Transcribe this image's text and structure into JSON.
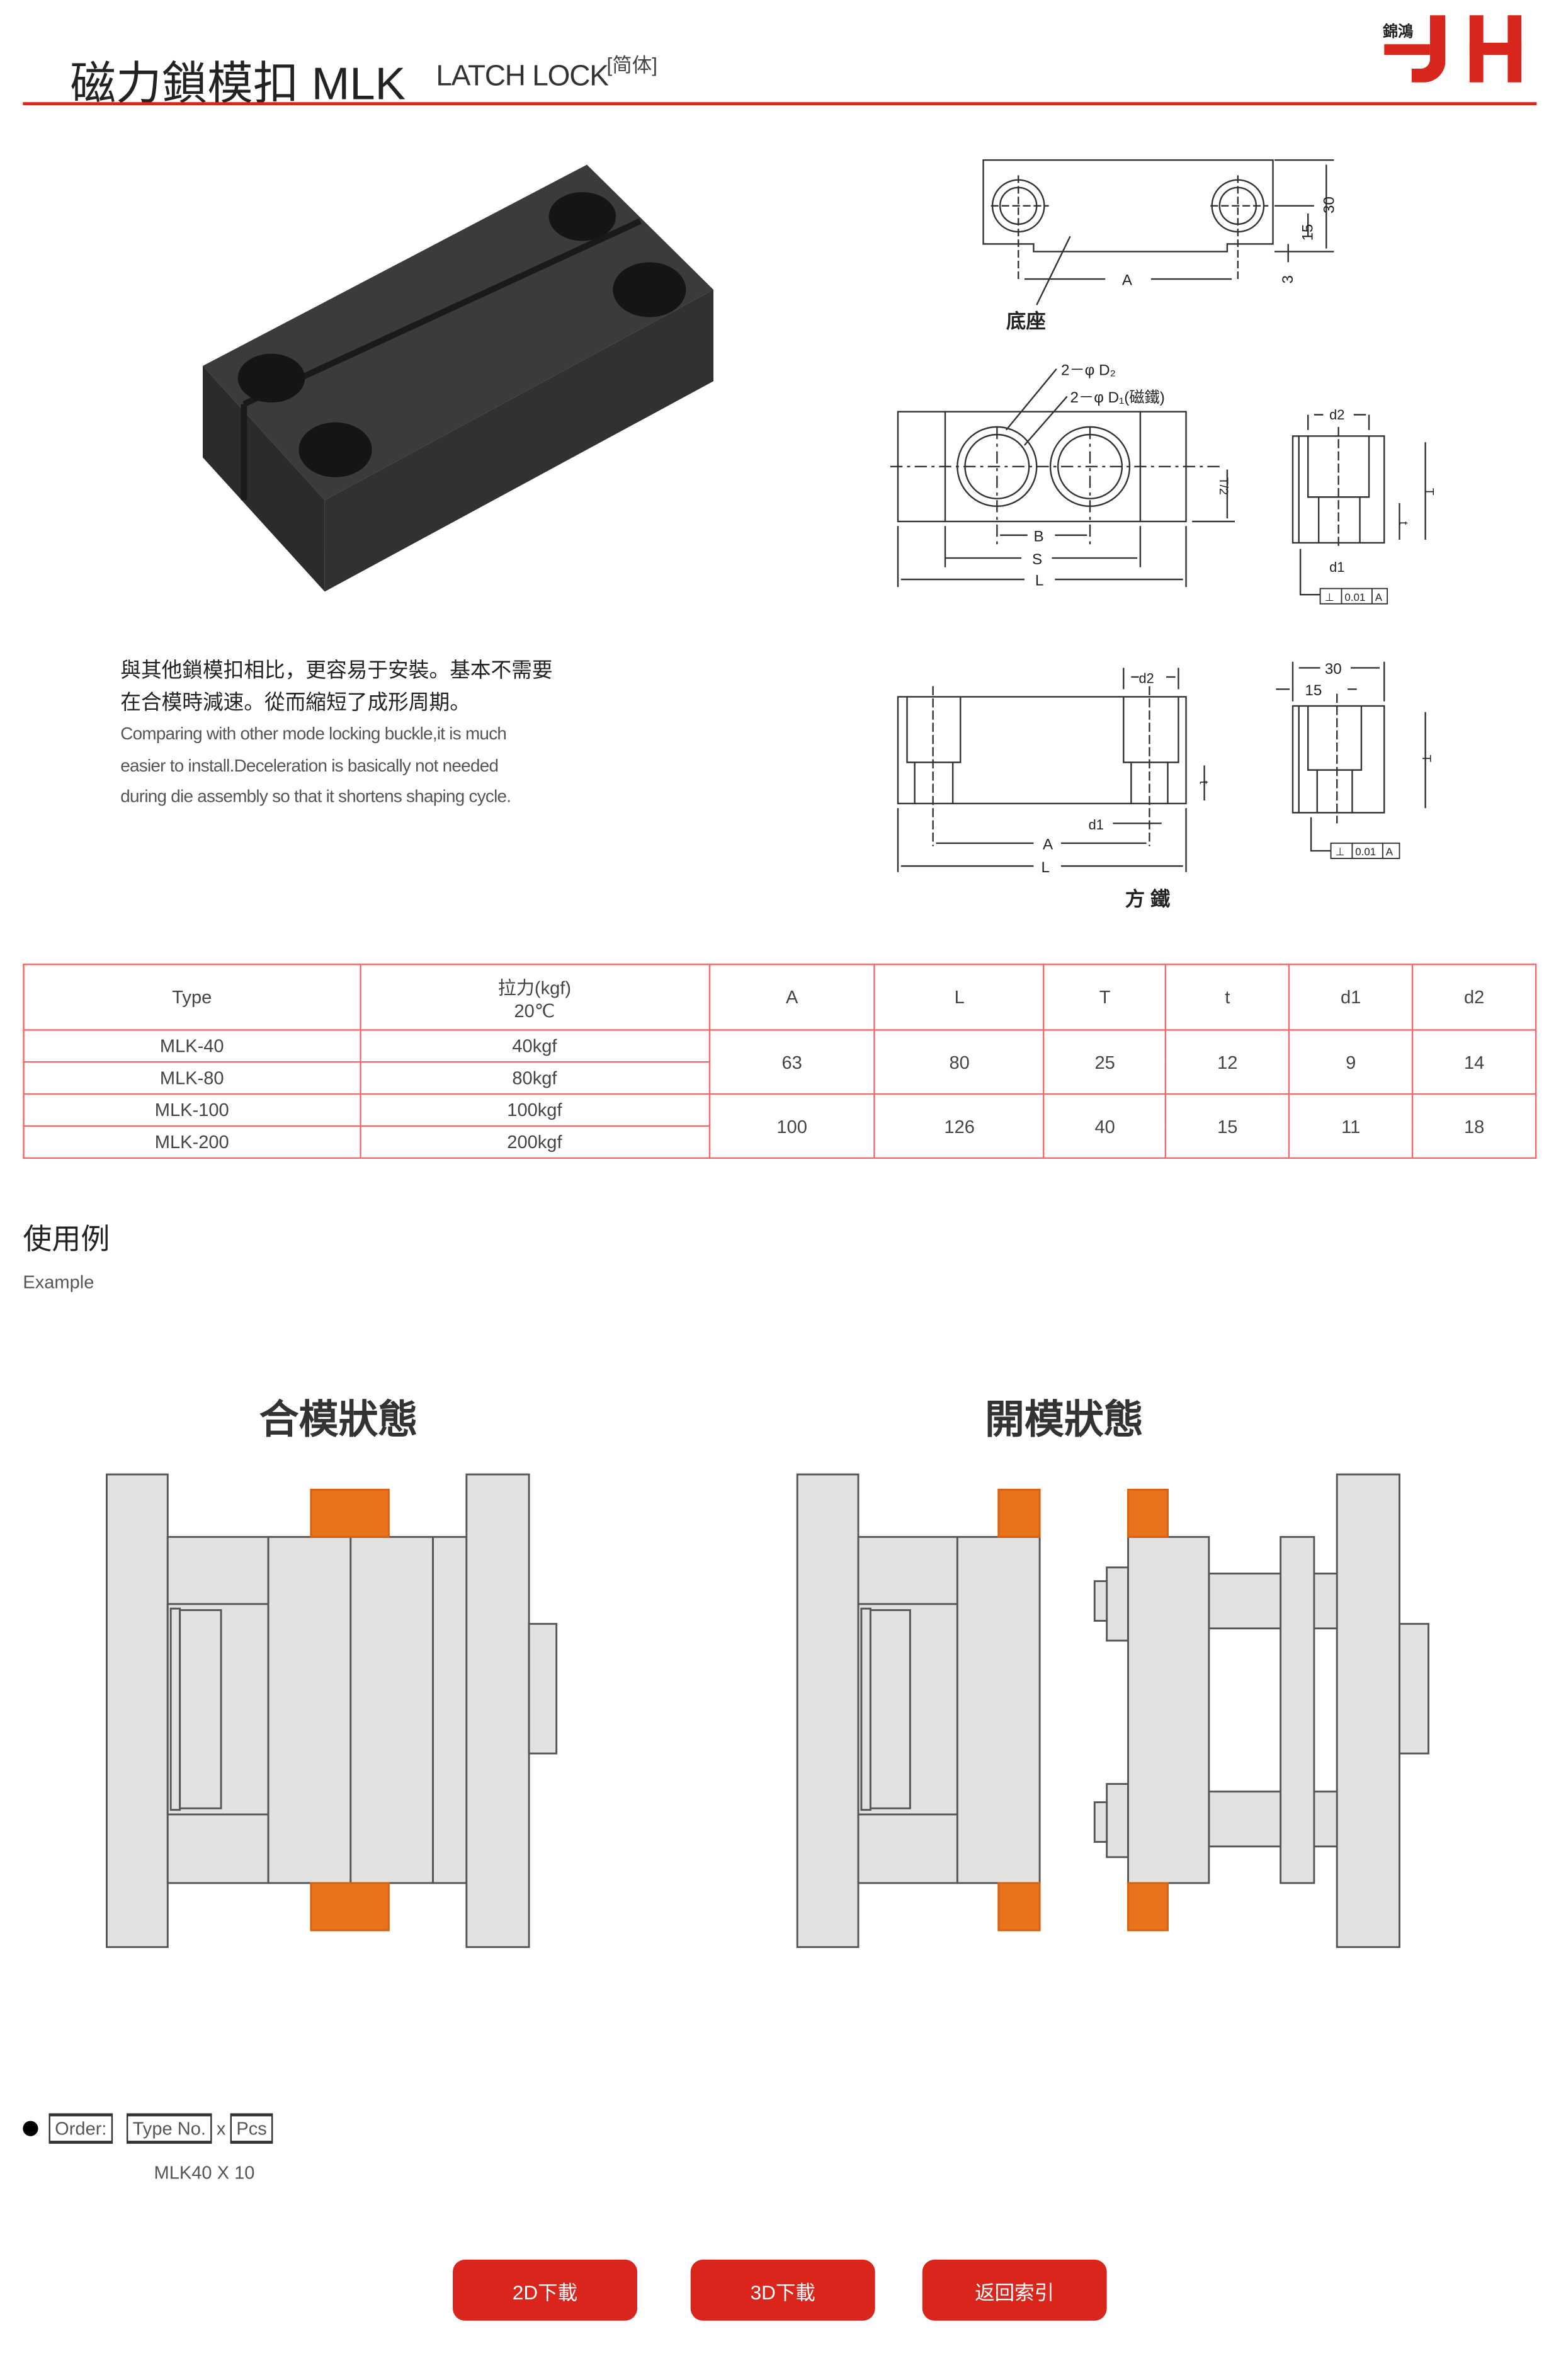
{
  "header": {
    "title_cn": "磁力鎖模扣 MLK",
    "title_en": "LATCH LOCK",
    "language_link": "[简体]",
    "logo_text": "錦鴻 JH"
  },
  "description": {
    "cn_line1": "與其他鎖模扣相比，更容易于安裝。基本不需要",
    "cn_line2": "在合模時減速。從而縮短了成形周期。",
    "en_line1": "Comparing with other mode locking buckle,it is much",
    "en_line2": "easier to install.Deceleration is basically not needed",
    "en_line3": "during die assembly so that it shortens shaping cycle."
  },
  "drawings": {
    "base_label": "底座",
    "base_dims": {
      "A": "A",
      "h30": "30",
      "h15": "15",
      "h3": "3"
    },
    "hole_d2": "2－φ D₂",
    "hole_d1": "2－φ D₁(磁鐵)",
    "dim_B": "B",
    "dim_S": "S",
    "dim_L": "L",
    "dim_T2": "T/2",
    "dim_d2": "d2",
    "dim_d1": "d1",
    "dim_t": "t",
    "dim_T": "T",
    "tolerance": {
      "symbol": "⊥",
      "value": "0.01",
      "datum": "A"
    },
    "iron_label": "方 鐵",
    "iron_dims": {
      "A": "A",
      "L": "L",
      "w30": "30",
      "w15": "15"
    }
  },
  "spec_table": {
    "headers": [
      "Type",
      "拉力(kgf)",
      "20℃",
      "A",
      "L",
      "T",
      "t",
      "d1",
      "d2"
    ],
    "rows": [
      {
        "type": "MLK-40",
        "force": "40kgf"
      },
      {
        "type": "MLK-80",
        "force": "80kgf"
      },
      {
        "type": "MLK-100",
        "force": "100kgf"
      },
      {
        "type": "MLK-200",
        "force": "200kgf"
      }
    ],
    "groups": [
      {
        "A": "63",
        "L": "80",
        "T": "25",
        "t": "12",
        "d1": "9",
        "d2": "14"
      },
      {
        "A": "100",
        "L": "126",
        "T": "40",
        "t": "15",
        "d1": "11",
        "d2": "18"
      }
    ]
  },
  "usage": {
    "title": "使用例",
    "subtitle": "Example",
    "closed_label": "合模狀態",
    "open_label": "開模狀態",
    "colors": {
      "plate": "#e2e2e0",
      "lock": "#e8731c"
    }
  },
  "order": {
    "label": "Order:",
    "type_no": "Type No.",
    "x": "x",
    "pcs": "Pcs",
    "example": "MLK40 X 10"
  },
  "buttons": {
    "download_2d": "2D下載",
    "download_3d": "3D下載",
    "back_index": "返回索引"
  },
  "colors": {
    "accent": "#d9261c",
    "table_border": "#ef6a6a"
  }
}
